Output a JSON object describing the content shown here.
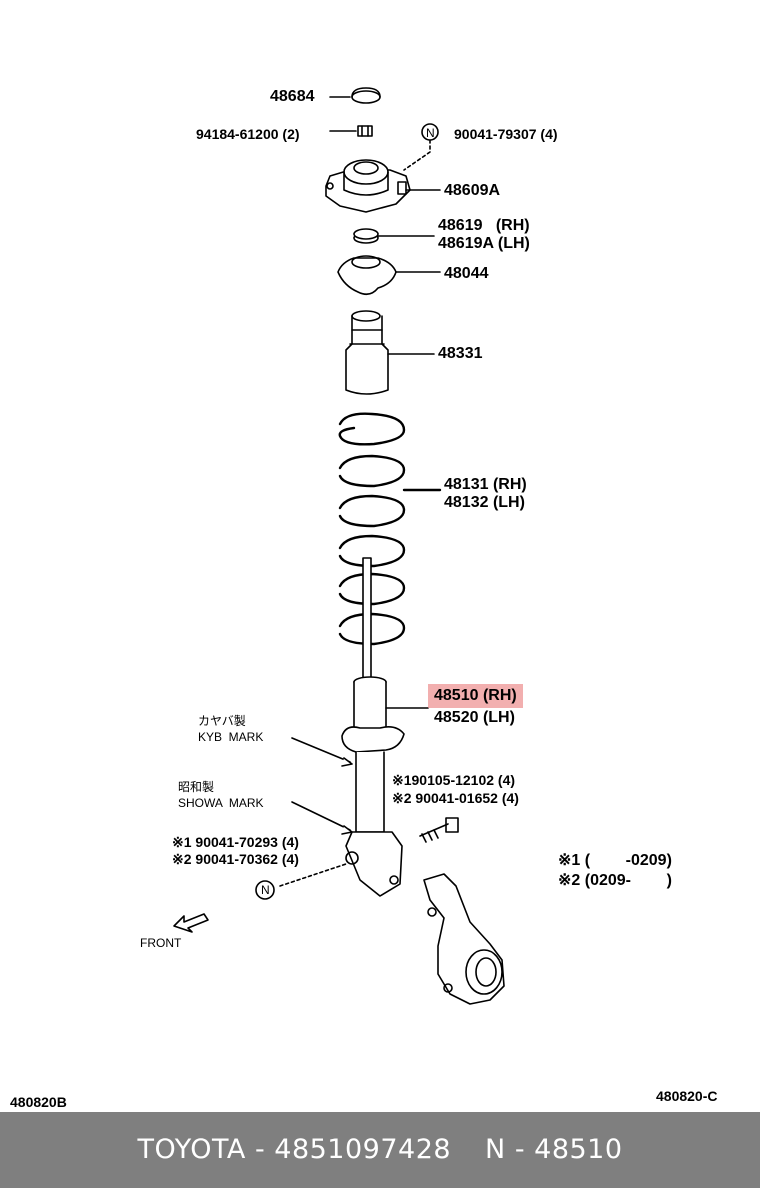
{
  "labels": {
    "p48684": "48684",
    "p94184": "94184-61200 (2)",
    "p90041_79307": "90041-79307 (4)",
    "n1": "N",
    "p48609a": "48609A",
    "p48619": "48619   (RH)",
    "p48619a": "48619A (LH)",
    "p48044": "48044",
    "p48331": "48331",
    "p48131": "48131 (RH)",
    "p48132": "48132 (LH)",
    "p48510": "48510 (RH)",
    "p48520": "48520 (LH)",
    "kyb_jp": "カヤバ製",
    "kyb_mark": "KYB  MARK",
    "showa_jp": "昭和製",
    "showa_mark": "SHOWA  MARK",
    "bolt1": "※190105-12102 (4)",
    "bolt2": "※2 90041-01652 (4)",
    "nut1": "※1 90041-70293 (4)",
    "nut2": "※2 90041-70362 (4)",
    "n2": "N",
    "note1": "※1 (        -0209)",
    "note2": "※2 (0209-        )",
    "front": "FRONT",
    "code_left": "480820B",
    "code_right": "480820-C"
  },
  "footer": {
    "brand": "TOYOTA - 4851097428",
    "part": "N - 48510"
  },
  "colors": {
    "highlight": "#e86e6e",
    "footer_bg": "#7f7f7f",
    "footer_text": "#ffffff"
  }
}
